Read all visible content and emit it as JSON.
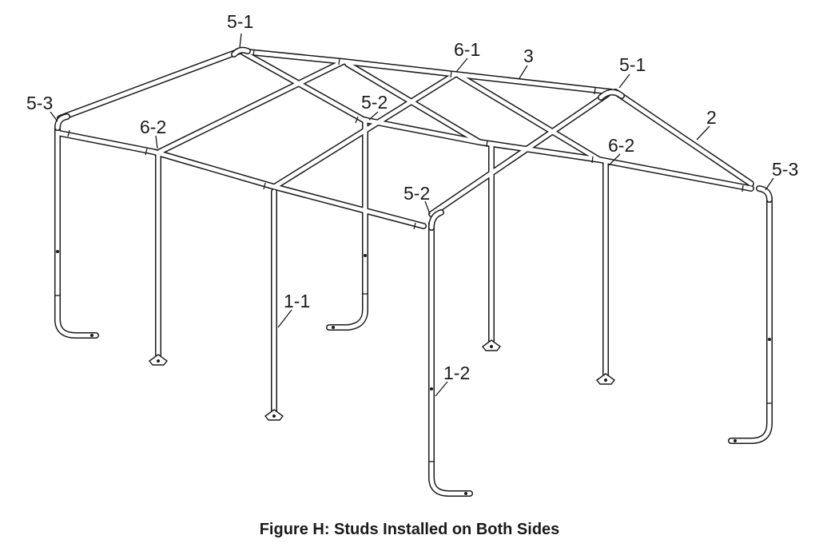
{
  "figure": {
    "caption": "Figure H:  Studs Installed on Both Sides"
  },
  "labels": {
    "ridge_fitting_left": "5-1",
    "ridge_fitting_right": "5-1",
    "ridge_fitting_center": "6-1",
    "ridge_pole": "3",
    "rafter": "2",
    "corner_fitting_front_left": "5-3",
    "corner_fitting_front_right": "5-3",
    "side_fitting_front": "6-2",
    "side_fitting_back": "6-2",
    "eave_fitting_front": "5-2",
    "eave_fitting_back": "5-2",
    "leg_inner": "1-1",
    "leg_front": "1-2"
  },
  "colors": {
    "line": "#1a1a1a",
    "pipe_fill": "#ffffff",
    "background": "#ffffff"
  }
}
